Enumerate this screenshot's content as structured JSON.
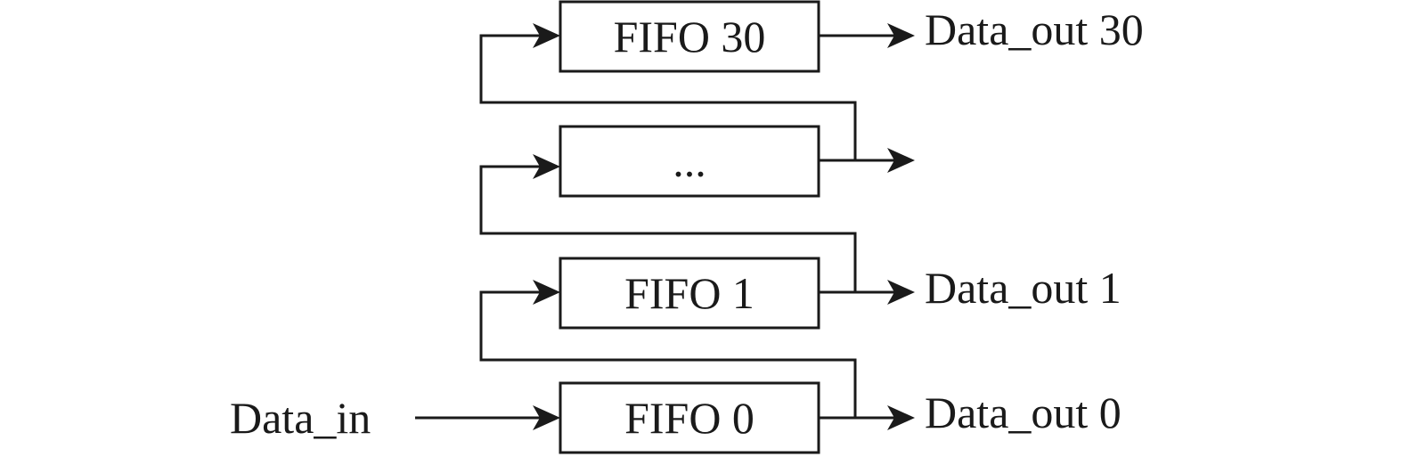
{
  "input": {
    "label": "Data_in"
  },
  "fifos": [
    {
      "label": "FIFO 30",
      "output": "Data_out 30"
    },
    {
      "label": "...",
      "output": ""
    },
    {
      "label": "FIFO 1",
      "output": "Data_out 1"
    },
    {
      "label": "FIFO 0",
      "output": "Data_out 0"
    }
  ]
}
